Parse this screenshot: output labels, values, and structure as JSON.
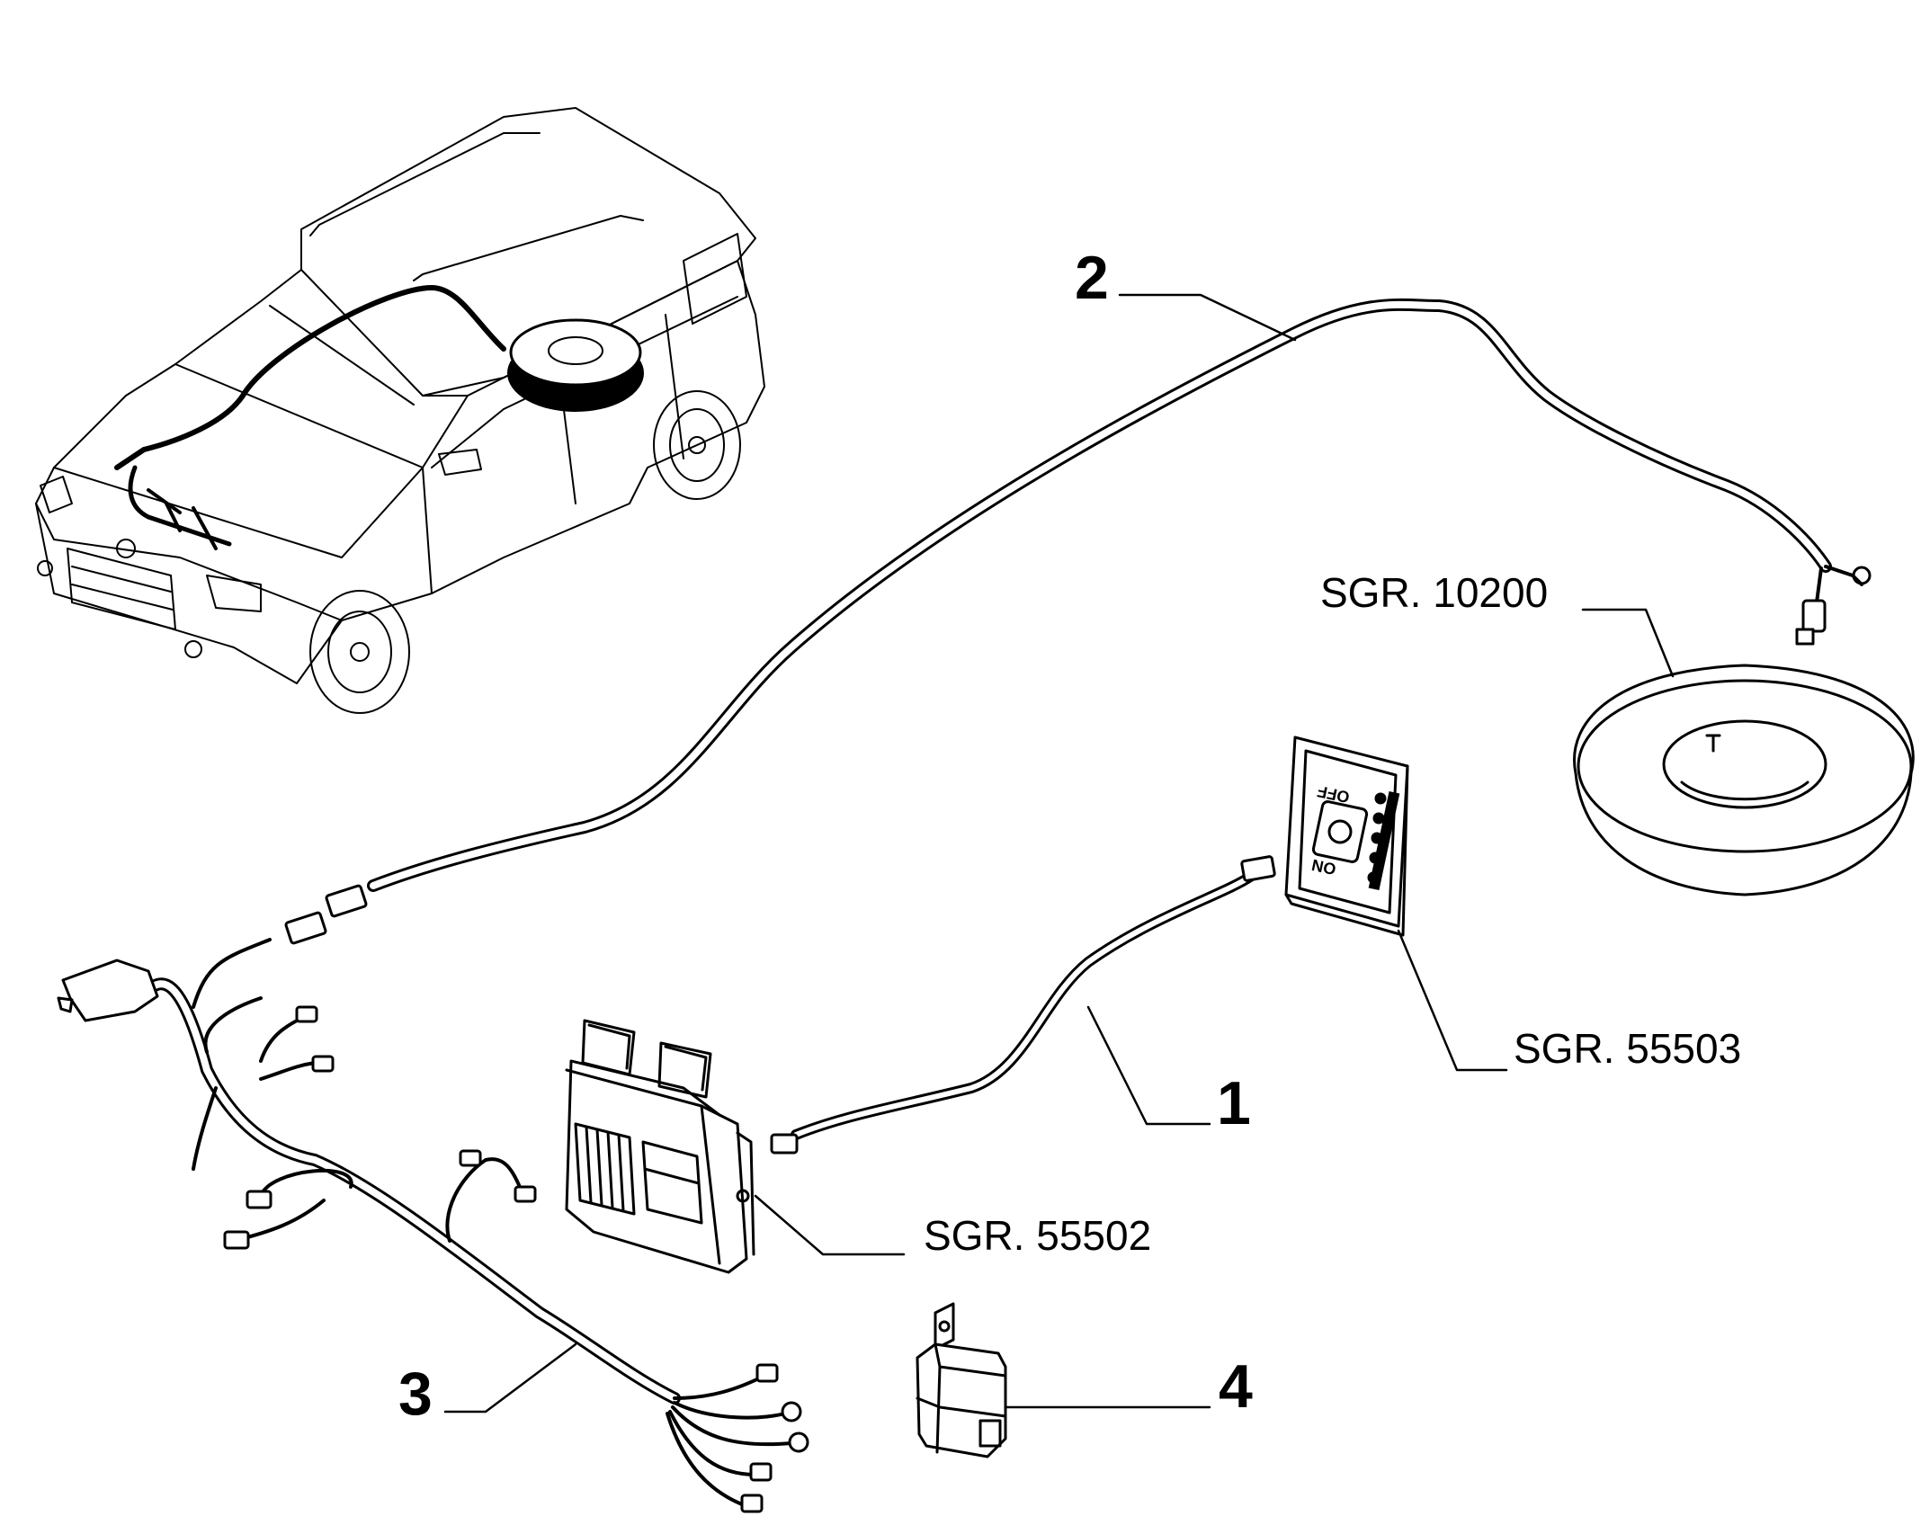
{
  "diagram": {
    "callouts": [
      {
        "id": "1",
        "number": "1"
      },
      {
        "id": "2",
        "number": "2"
      },
      {
        "id": "3",
        "number": "3"
      },
      {
        "id": "4",
        "number": "4"
      }
    ],
    "references": [
      {
        "id": "tank",
        "label": "SGR. 10200"
      },
      {
        "id": "switch",
        "label": "SGR. 55503"
      },
      {
        "id": "ecu",
        "label": "SGR. 55502"
      }
    ],
    "switch_panel": {
      "off": "OFF",
      "on": "ON"
    }
  }
}
